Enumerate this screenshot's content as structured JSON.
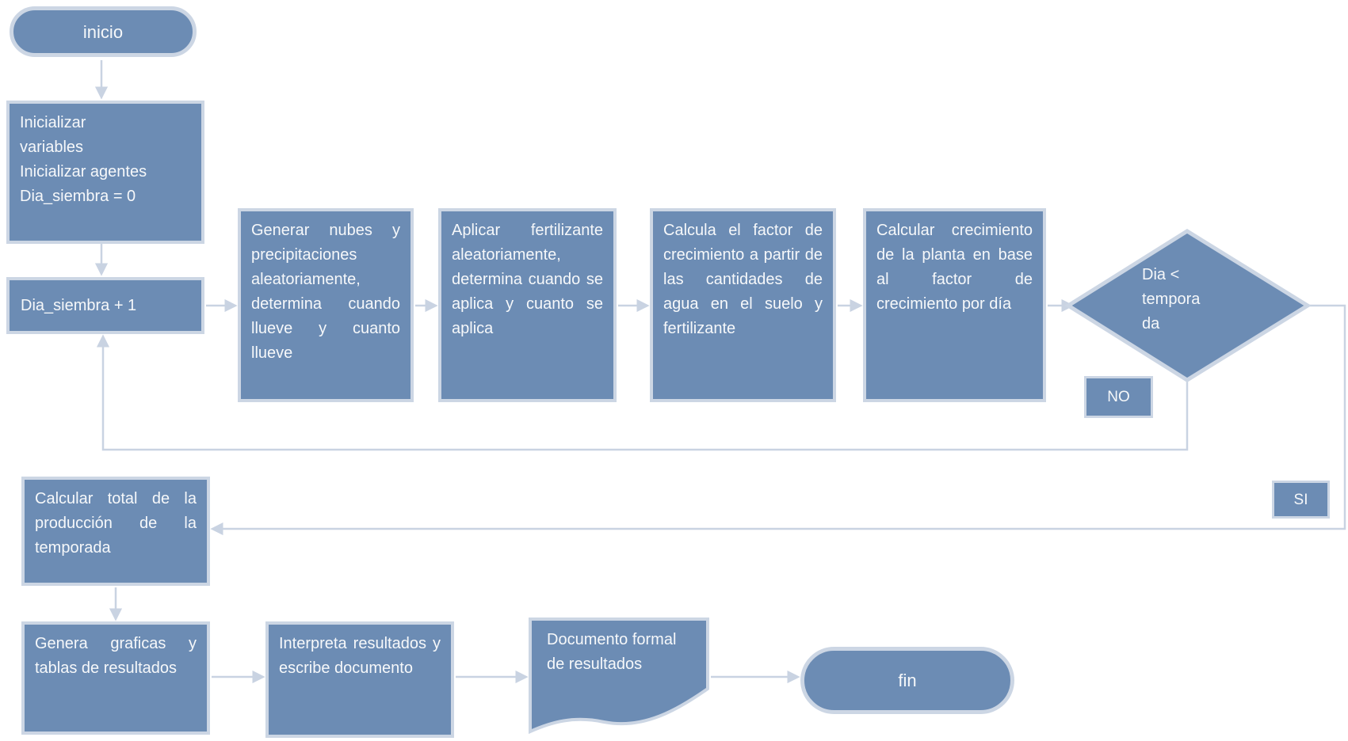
{
  "colors": {
    "shape_fill": "#6c8cb4",
    "shape_border": "#ccd6e4",
    "connector": "#c9d3e2",
    "text": "#f6f8fa",
    "background": "#ffffff"
  },
  "nodes": {
    "start": {
      "type": "terminator",
      "label": "inicio"
    },
    "init": {
      "type": "process",
      "label": "Inicializar\nvariables\nInicializar agentes\nDia_siembra = 0"
    },
    "day_increment": {
      "type": "process",
      "label": "Dia_siembra + 1"
    },
    "generate_rain": {
      "type": "process",
      "label": "Generar nubes y precipitaciones aleatoriamente, determina cuando llueve y cuanto llueve"
    },
    "apply_fertilizer": {
      "type": "process",
      "label": "Aplicar fertilizante aleatoriamente, determina cuando se aplica y cuanto se aplica"
    },
    "growth_factor": {
      "type": "process",
      "label": "Calcula el factor de crecimiento a partir de las cantidades de agua en el suelo y fertilizante"
    },
    "plant_growth": {
      "type": "process",
      "label": "Calcular crecimiento de la planta en base al factor de crecimiento por día"
    },
    "season_decision": {
      "type": "decision",
      "label": "Dia < temporada"
    },
    "branch_no": {
      "type": "connector-label",
      "label": "NO"
    },
    "branch_si": {
      "type": "connector-label",
      "label": "SI"
    },
    "season_total": {
      "type": "process",
      "label": "Calcular total de la producción de la temporada"
    },
    "generate_charts": {
      "type": "process",
      "label": "Genera graficas y tablas de resultados"
    },
    "interpret_results": {
      "type": "process",
      "label": "Interpreta resultados y escribe documento"
    },
    "formal_document": {
      "type": "document",
      "label": "Documento formal de resultados"
    },
    "end": {
      "type": "terminator",
      "label": "fin"
    }
  }
}
